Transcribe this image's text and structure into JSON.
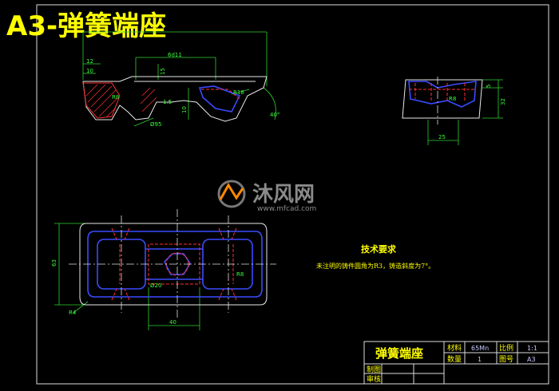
{
  "title": "A3-弹簧端座",
  "watermark": {
    "brand": "沐风网",
    "url": "www.mfcad.com"
  },
  "dimensions": {
    "front": [
      "12",
      "10",
      "6d11",
      "15",
      "1.5",
      "10",
      "R8",
      "R18",
      "40°",
      "Ø95"
    ],
    "side": [
      "5",
      "32",
      "25",
      "R8"
    ],
    "plan": [
      "63",
      "R4",
      "Ø20",
      "R8",
      "40"
    ]
  },
  "tech_notes": {
    "heading": "技术要求",
    "body": "未注明的铸件圆角为R3，铸造斜度为7°。"
  },
  "title_block": {
    "part_name": "弹簧端座",
    "material_label": "材料",
    "material_value": "65Mn",
    "scale_label": "比例",
    "scale_value": "1:1",
    "quantity_label": "数量",
    "quantity_value": "1",
    "drawing_no_label": "图号",
    "drawing_no_value": "A3",
    "drawn_label": "制图",
    "checked_label": "审核"
  }
}
